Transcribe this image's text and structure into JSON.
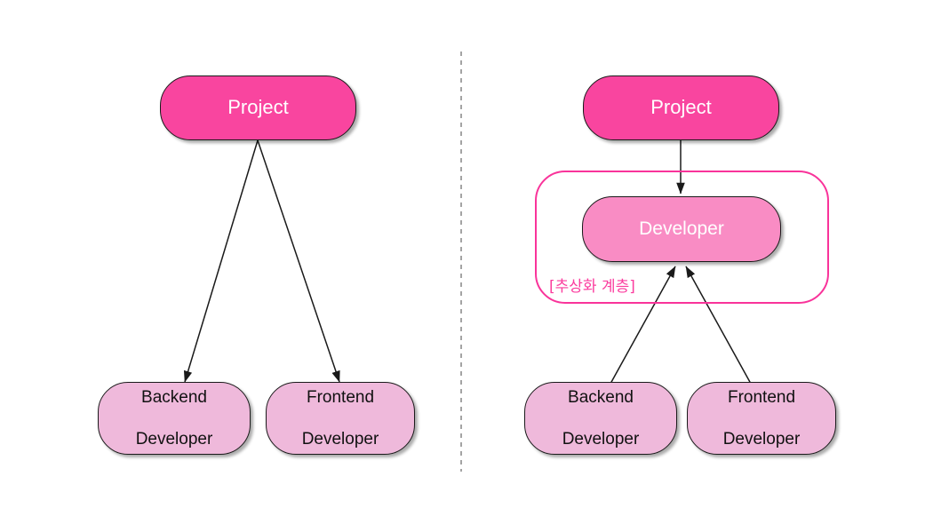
{
  "diagram": {
    "title_text": "",
    "colors": {
      "project_fill": "#f9459f",
      "developer_fill": "#f98cc4",
      "leaf_fill": "#efb9db",
      "abstraction_border": "#f9339a",
      "abstraction_label": "#fb3c9e",
      "node_border": "#1a1a1a",
      "arrow": "#1a1a1a",
      "divider": "#9a9a9a",
      "background": "#ffffff"
    },
    "divider": {
      "orientation": "vertical",
      "style": "dashed"
    },
    "left_panel": {
      "name": "without-abstraction",
      "nodes": [
        {
          "id": "left-project",
          "label": "Project"
        },
        {
          "id": "left-backend",
          "label": "Backend\nDeveloper",
          "line1": "Backend",
          "line2": "Developer"
        },
        {
          "id": "left-frontend",
          "label": "Frontend\nDeveloper",
          "line1": "Frontend",
          "line2": "Developer"
        }
      ],
      "edges": [
        {
          "from": "left-project",
          "to": "left-backend",
          "direction": "down"
        },
        {
          "from": "left-project",
          "to": "left-frontend",
          "direction": "down"
        }
      ]
    },
    "right_panel": {
      "name": "with-abstraction",
      "abstraction_label": "[추상화 계층]",
      "nodes": [
        {
          "id": "right-project",
          "label": "Project"
        },
        {
          "id": "right-developer",
          "label": "Developer"
        },
        {
          "id": "right-backend",
          "label": "Backend\nDeveloper",
          "line1": "Backend",
          "line2": "Developer"
        },
        {
          "id": "right-frontend",
          "label": "Frontend\nDeveloper",
          "line1": "Frontend",
          "line2": "Developer"
        }
      ],
      "edges": [
        {
          "from": "right-project",
          "to": "right-developer",
          "direction": "down"
        },
        {
          "from": "right-backend",
          "to": "right-developer",
          "direction": "up"
        },
        {
          "from": "right-frontend",
          "to": "right-developer",
          "direction": "up"
        }
      ]
    }
  }
}
